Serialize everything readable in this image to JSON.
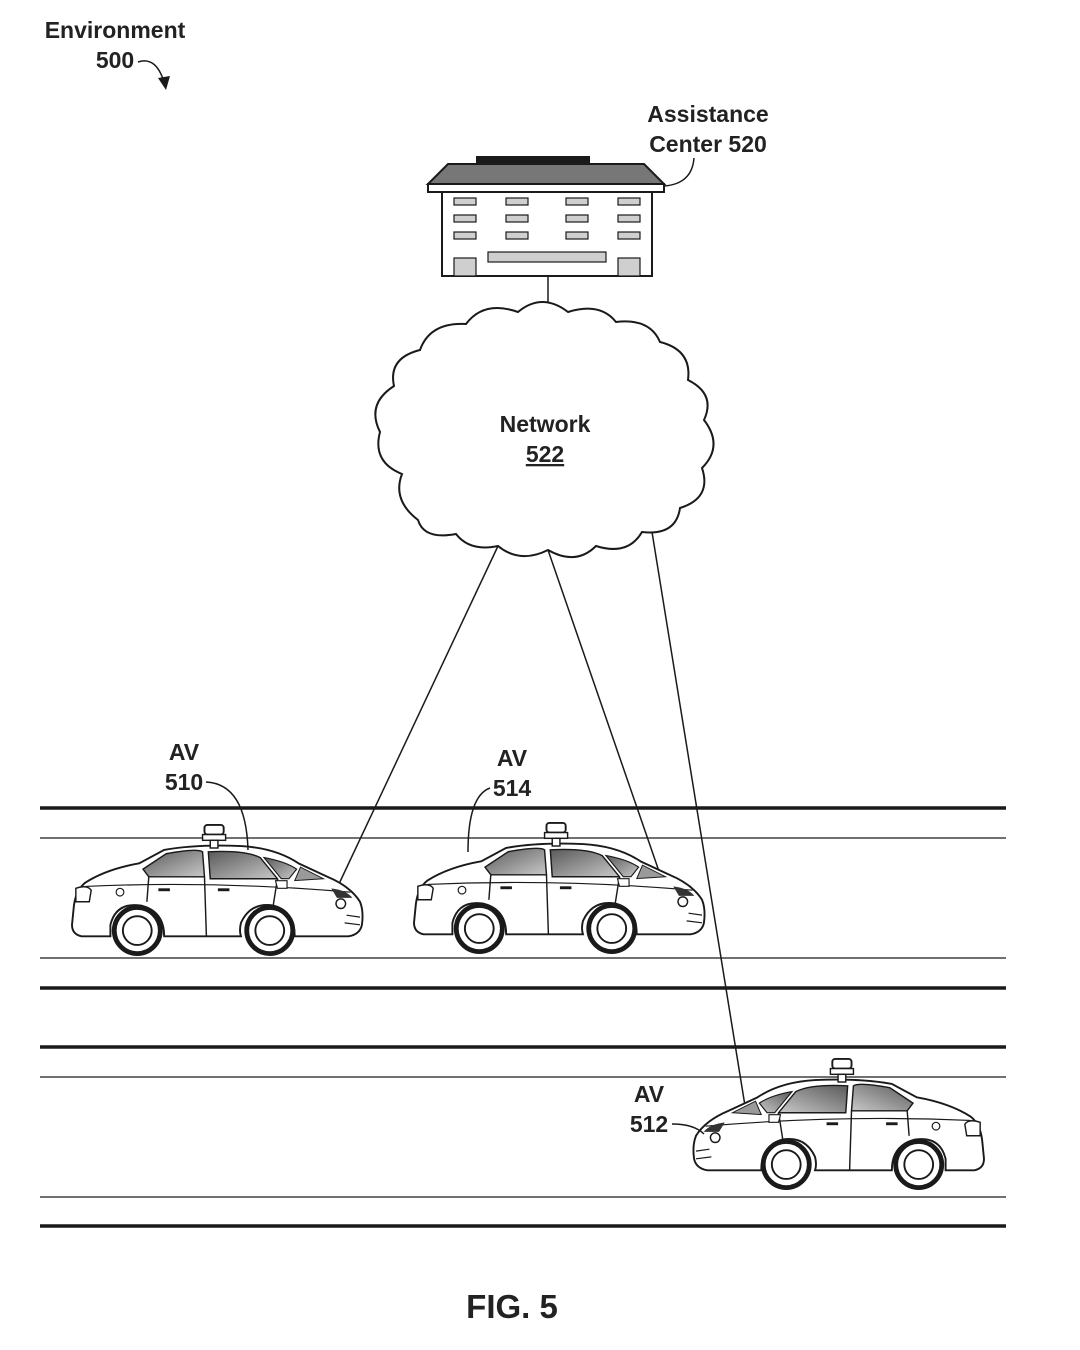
{
  "environment": {
    "title": "Environment",
    "ref": "500"
  },
  "assistance_center": {
    "line1": "Assistance",
    "line2": "Center 520"
  },
  "network": {
    "label": "Network",
    "ref": "522"
  },
  "vehicles": [
    {
      "label": "AV",
      "ref": "510"
    },
    {
      "label": "AV",
      "ref": "514"
    },
    {
      "label": "AV",
      "ref": "512"
    }
  ],
  "figure_caption": "FIG. 5",
  "colors": {
    "ink": "#1a1a1a",
    "window_shade": "#8a8a8a",
    "background": "#ffffff"
  }
}
